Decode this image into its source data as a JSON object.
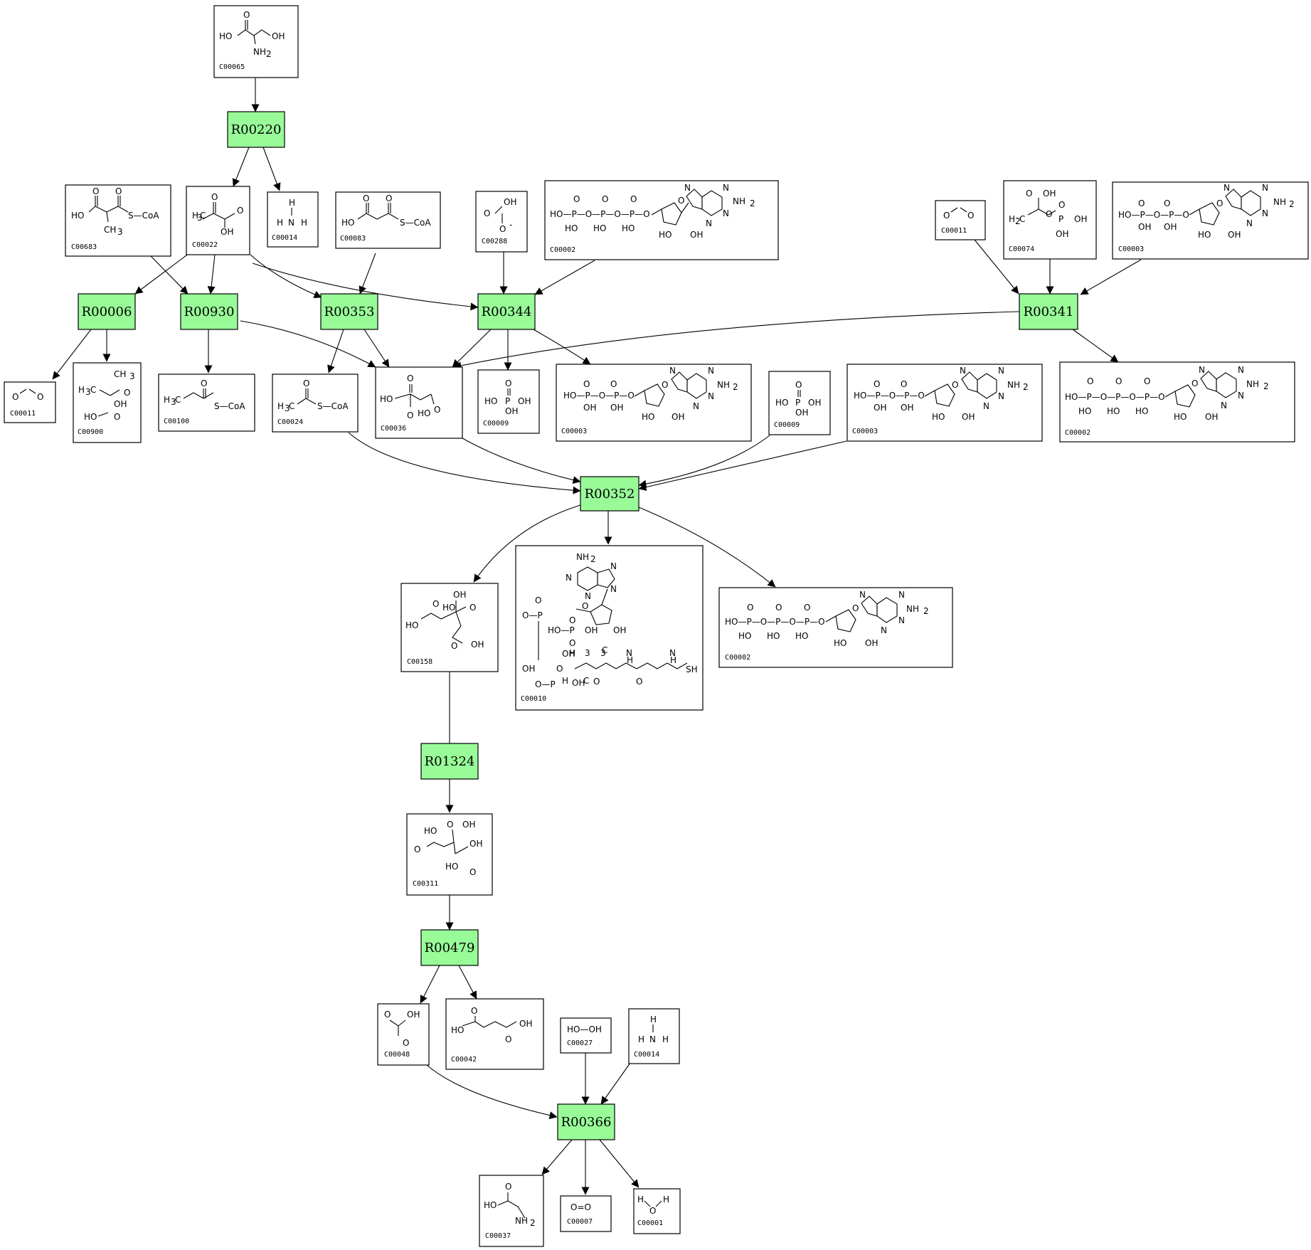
{
  "reactions": [
    "R00220",
    "R00006",
    "R00930",
    "R00353",
    "R00344",
    "R00341",
    "R00352",
    "R01324",
    "R00479",
    "R00366"
  ],
  "compounds": {
    "C00065": {
      "label": "C00065",
      "atoms": [
        "HO",
        "O",
        "OH",
        "NH",
        "2"
      ]
    },
    "C00683": {
      "label": "C00683",
      "atoms": [
        "HO",
        "O",
        "O",
        "S—CoA",
        "CH",
        "3"
      ]
    },
    "C00022": {
      "label": "C00022",
      "atoms": [
        "O",
        "H",
        "3",
        "C",
        "O",
        "OH"
      ]
    },
    "C00014a": {
      "label": "C00014",
      "atoms": [
        "H",
        "H",
        "N",
        "H"
      ]
    },
    "C00083": {
      "label": "C00083",
      "atoms": [
        "O",
        "O",
        "HO",
        "S—CoA"
      ]
    },
    "C00288": {
      "label": "C00288",
      "atoms": [
        "OH",
        "O",
        "O",
        "-"
      ]
    },
    "C00002a": {
      "label": "C00002",
      "atoms": [
        "O",
        "O",
        "O",
        "HO—P—O—P—O—P—O",
        "HO",
        "HO",
        "HO",
        "NH",
        "2",
        "N",
        "N",
        "N",
        "N",
        "O",
        "HO",
        "OH"
      ]
    },
    "C00011a": {
      "label": "C00011",
      "atoms": [
        "O",
        "O"
      ]
    },
    "C00074": {
      "label": "C00074",
      "atoms": [
        "O",
        "OH",
        "H",
        "2",
        "C",
        "O",
        "P",
        "OH",
        "O",
        "OH"
      ]
    },
    "C00003a": {
      "label": "C00003",
      "atoms": [
        "O",
        "O",
        "HO—P—O—P—O",
        "OH",
        "OH",
        "NH",
        "2",
        "N",
        "N",
        "N",
        "N",
        "O",
        "HO",
        "OH"
      ]
    },
    "C00011b": {
      "label": "C00011",
      "atoms": [
        "O",
        "O"
      ]
    },
    "C00900": {
      "label": "C00900",
      "atoms": [
        "CH",
        "3",
        "H",
        "3",
        "C",
        "O",
        "OH",
        "HO",
        "O"
      ]
    },
    "C00100": {
      "label": "C00100",
      "atoms": [
        "H",
        "3",
        "C",
        "O",
        "S—CoA"
      ]
    },
    "C00024": {
      "label": "C00024",
      "atoms": [
        "H",
        "3",
        "C",
        "O",
        "S—CoA"
      ]
    },
    "C00036": {
      "label": "C00036",
      "atoms": [
        "O",
        "HO",
        "O",
        "HO",
        "O"
      ]
    },
    "C00009a": {
      "label": "C00009",
      "atoms": [
        "O",
        "HO",
        "P",
        "OH",
        "OH"
      ]
    },
    "C00003b": {
      "label": "C00003",
      "atoms": [
        "O",
        "O",
        "HO—P—O—P—O",
        "OH",
        "OH",
        "NH",
        "2",
        "N",
        "N",
        "N",
        "N",
        "O",
        "HO",
        "OH"
      ]
    },
    "C00009b": {
      "label": "C00009",
      "atoms": [
        "O",
        "HO",
        "P",
        "OH",
        "OH"
      ]
    },
    "C00003c": {
      "label": "C00003",
      "atoms": [
        "O",
        "O",
        "HO—P—O—P—O",
        "OH",
        "OH",
        "NH",
        "2",
        "N",
        "N",
        "N",
        "N",
        "O",
        "HO",
        "OH"
      ]
    },
    "C00002b": {
      "label": "C00002",
      "atoms": [
        "O",
        "O",
        "O",
        "HO—P—O—P—O—P—O",
        "HO",
        "HO",
        "HO",
        "NH",
        "2",
        "N",
        "N",
        "N",
        "N",
        "O",
        "HO",
        "OH"
      ]
    },
    "C00158": {
      "label": "C00158",
      "atoms": [
        "OH",
        "O",
        "HO",
        "O",
        "HO",
        "O",
        "OH"
      ]
    },
    "C00010": {
      "label": "C00010",
      "atoms": [
        "NH",
        "2",
        "N",
        "N",
        "N",
        "N",
        "O",
        "OH",
        "O—P",
        "O",
        "O",
        "HO—P",
        "O",
        "OH",
        "OH",
        "O—P",
        "O",
        "OH",
        "H",
        "3",
        "C",
        "OH",
        "H",
        "3",
        "C",
        "N",
        "H",
        "N",
        "H",
        "SH",
        "O",
        "O"
      ]
    },
    "C00002c": {
      "label": "C00002",
      "atoms": [
        "O",
        "O",
        "O",
        "HO—P—O—P—O—P—O",
        "HO",
        "HO",
        "HO",
        "NH",
        "2",
        "N",
        "N",
        "N",
        "N",
        "O",
        "HO",
        "OH"
      ]
    },
    "C00311": {
      "label": "C00311",
      "atoms": [
        "O",
        "OH",
        "HO",
        "O",
        "OH",
        "HO",
        "O"
      ]
    },
    "C00048": {
      "label": "C00048",
      "atoms": [
        "O",
        "OH",
        "O"
      ]
    },
    "C00042": {
      "label": "C00042",
      "atoms": [
        "O",
        "HO",
        "O",
        "OH"
      ]
    },
    "C00027": {
      "label": "C00027",
      "atoms": [
        "HO—OH"
      ]
    },
    "C00014b": {
      "label": "C00014",
      "atoms": [
        "H",
        "H",
        "N",
        "H"
      ]
    },
    "C00037": {
      "label": "C00037",
      "atoms": [
        "O",
        "HO",
        "NH",
        "2"
      ]
    },
    "C00007": {
      "label": "C00007",
      "atoms": [
        "O=O"
      ]
    },
    "C00001": {
      "label": "C00001",
      "atoms": [
        "H",
        "O",
        "H"
      ]
    }
  },
  "colors": {
    "reaction_fill": "#98fb98",
    "compound_fill": "#ffffff",
    "stroke": "#000000"
  }
}
